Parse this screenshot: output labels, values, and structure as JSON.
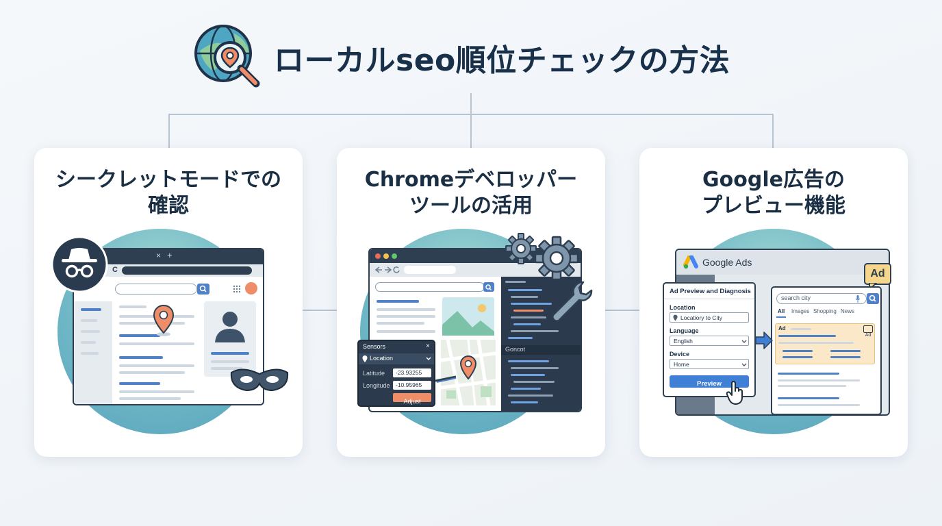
{
  "title": "ローカルseo順位チェックの方法",
  "cards": [
    {
      "title_line1": "シークレットモードでの",
      "title_line2": "確認",
      "browser": {
        "tab_close": "×",
        "tab_add": "+",
        "refresh": "C"
      }
    },
    {
      "title_line1": "Chromeデベロッパー",
      "title_line2": "ツールの活用",
      "sensors": {
        "header": "Sensors",
        "close": "×",
        "location_label": "Location",
        "latitude_label": "Latitude",
        "latitude_value": "-23.93255",
        "longitude_label": "Longitude",
        "longitude_value": "-10.95965",
        "adjust_label": "Adjust"
      },
      "devtools": {
        "console_label": "Goncot"
      }
    },
    {
      "title_line1": "Google広告の",
      "title_line2": "プレビュー機能",
      "ads": {
        "brand": "Google Ads",
        "panel_title": "Ad Preview and Diagnosis",
        "location_label": "Location",
        "location_value": "Locatiory to City",
        "language_label": "Language",
        "language_value": "English",
        "device_label": "Device",
        "device_value": "Home",
        "preview_button": "Preview",
        "search_placeholder": "search city",
        "tabs": [
          "All",
          "Images",
          "Shopping",
          "News"
        ],
        "ad_badge": "Ad",
        "ad_label": "Ad",
        "ad_bubble": "Ad"
      }
    }
  ],
  "colors": {
    "accent_blue": "#3f7fd6",
    "accent_orange": "#ee8d68",
    "dark_navy": "#2e3f52",
    "teal": "#6fb7c6"
  }
}
